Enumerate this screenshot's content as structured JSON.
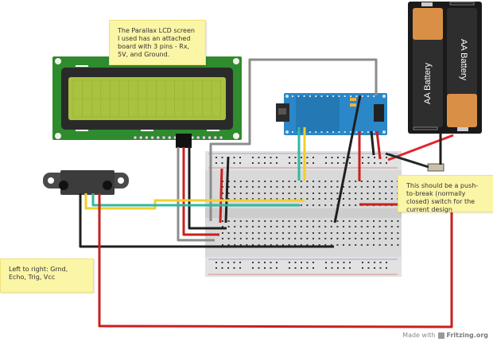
{
  "notes": {
    "lcd": "The Parallax LCD screen I used has an attached board with 3 pins - Rx, 5V, and Ground.",
    "switch": "This should be a push-to-break (normally closed) switch for the current design",
    "sensor": "Left to right: Grnd, Echo, Trig, Vcc"
  },
  "battery": {
    "cell_left_label": "AA Battery",
    "cell_right_label": "AA Battery"
  },
  "footer": {
    "made_with": "Made with",
    "brand": "Fritzing.org"
  },
  "components": [
    "LCD 16x2 display",
    "Ultrasonic distance sensor",
    "Arduino Nano",
    "Half-size breadboard",
    "2x AA battery holder",
    "Push switch"
  ],
  "colors": {
    "wire_red": "#c8201f",
    "wire_black": "#1f1f1f",
    "wire_yellow": "#f1cf2a",
    "wire_teal": "#2fb9a0",
    "wire_gray": "#8c8c8c",
    "pcb_green": "#2e8b2e",
    "lcd_screen": "#a9c23f",
    "arduino_blue": "#2b87c8",
    "breadboard": "#dcdcdc",
    "note_bg": "#fbf5a6"
  }
}
